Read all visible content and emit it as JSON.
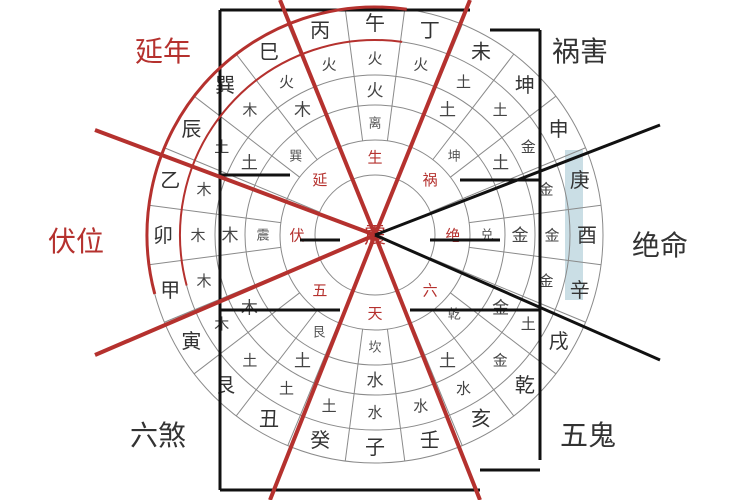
{
  "labels": {
    "yannian": "延年",
    "fuwei": "伏位",
    "huohai": "祸害",
    "jueming": "绝命",
    "liusha": "六煞",
    "wugui": "五鬼"
  },
  "colors": {
    "red": "#b5312e",
    "black": "#111111",
    "ring": "#8a8a8a",
    "tint": "#9fc3cf"
  },
  "compass": {
    "mountains_ring": [
      "子",
      "癸",
      "丑",
      "艮",
      "寅",
      "甲",
      "卯",
      "乙",
      "辰",
      "巽",
      "巳",
      "丙",
      "午",
      "丁",
      "未",
      "坤",
      "申",
      "庚",
      "酉",
      "辛",
      "戌",
      "乾",
      "亥",
      "壬"
    ],
    "elements_ring": [
      "水",
      "土",
      "土",
      "土",
      "木",
      "木",
      "木",
      "木",
      "土",
      "木",
      "火",
      "火",
      "火",
      "火",
      "土",
      "土",
      "金",
      "金",
      "金",
      "金",
      "土",
      "金",
      "水",
      "水"
    ],
    "trigram_ring": [
      "水",
      "",
      "土",
      "",
      "木",
      "",
      "木",
      "",
      "土",
      "",
      "木",
      "",
      "火",
      "",
      "土",
      "",
      "土",
      "",
      "金",
      "",
      "金",
      "",
      "土",
      ""
    ],
    "inner_ring": [
      "坎",
      "",
      "艮",
      "",
      "",
      "",
      "震",
      "",
      "",
      "巽",
      "",
      "",
      "离",
      "",
      "",
      "坤",
      "",
      "",
      "兑",
      "",
      "",
      "乾",
      "",
      ""
    ],
    "stars_ring": [
      "天",
      "",
      "",
      "五",
      "",
      "",
      "伏",
      "",
      "",
      "延",
      "",
      "",
      "生",
      "",
      "",
      "祸",
      "",
      "",
      "绝",
      "",
      "",
      "六",
      "",
      ""
    ],
    "center_top": "震",
    "center_mark": "°"
  }
}
